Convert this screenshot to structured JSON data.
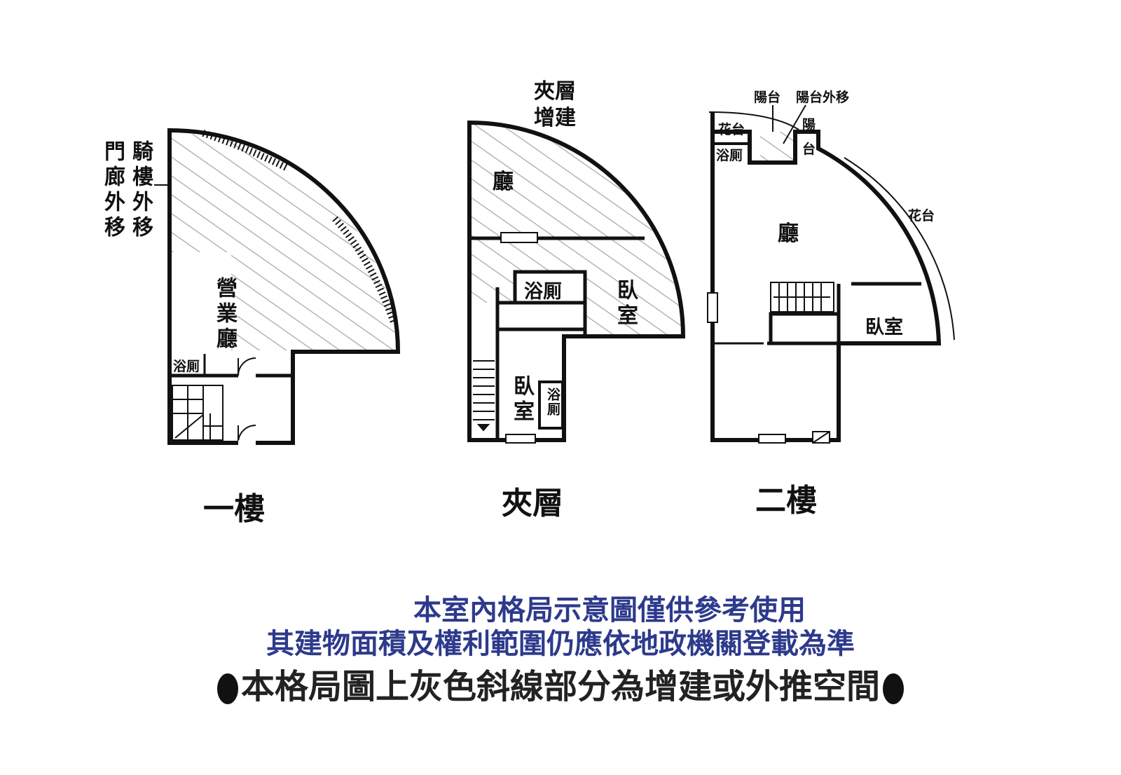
{
  "floors": {
    "first": {
      "title": "一樓",
      "main_room": "營業廳",
      "bath": "浴厠",
      "side_label_1": "騎樓外移",
      "side_label_2": "門廊外移"
    },
    "mezzanine": {
      "title": "夾層",
      "addition_note": "夾層增建",
      "living": "廳",
      "bath_upper": "浴厠",
      "bedroom_right": "臥室",
      "bedroom_lower": "臥室",
      "bath_lower": "浴厠"
    },
    "second": {
      "title": "二樓",
      "living": "廳",
      "bedroom": "臥室",
      "balcony": "陽台",
      "balcony_moved": "陽台外移",
      "balcony_side_1": "陽",
      "balcony_side_2": "台",
      "planter_top": "花台",
      "planter_right": "花台",
      "bath": "浴厠"
    }
  },
  "notes": {
    "line1": "本室內格局示意圖僅供參考使用",
    "line2": "其建物面積及權利範圍仍應依地政機關登載為準",
    "line3": "本格局圖上灰色斜線部分為增建或外推空間"
  },
  "colors": {
    "wall": "#111111",
    "hatch": "#b5b5b5",
    "note_blue": "#2d3a8c"
  }
}
